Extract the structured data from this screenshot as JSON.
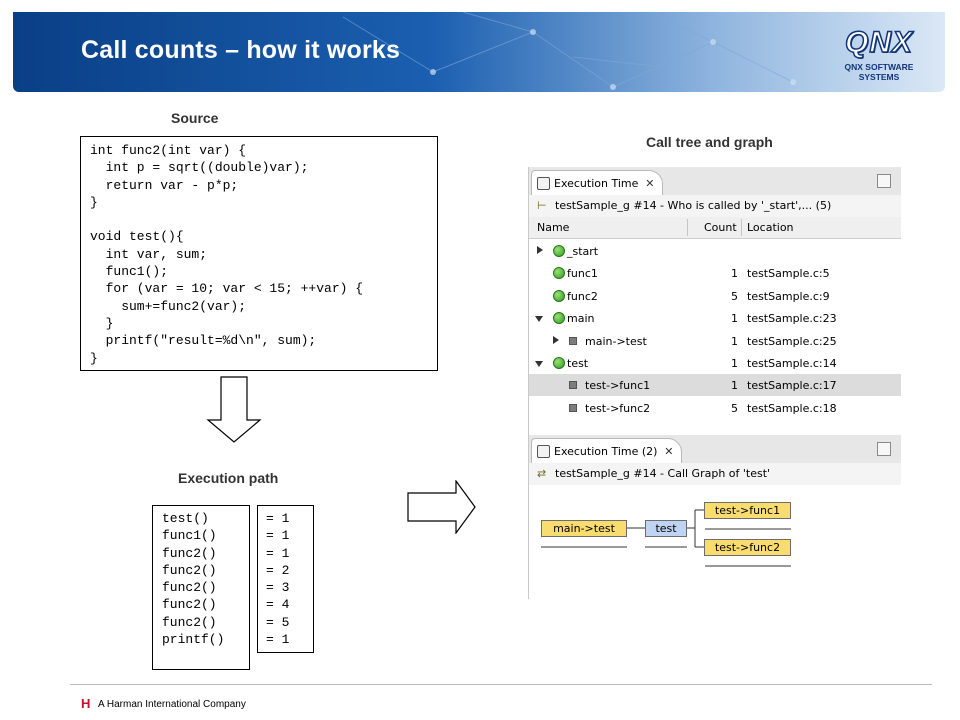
{
  "header": {
    "title": "Call counts – how it works",
    "logo_mark": "QNX",
    "logo_sub": "QNX SOFTWARE SYSTEMS"
  },
  "labels": {
    "source": "Source",
    "execution_path": "Execution path",
    "call_tree": "Call tree and graph"
  },
  "source_code": "int func2(int var) {\n  int p = sqrt((double)var);\n  return var - p*p;\n}\n\nvoid test(){\n  int var, sum;\n  func1();\n  for (var = 10; var < 15; ++var) {\n    sum+=func2(var);\n  }\n  printf(\"result=%d\\n\", sum);\n}",
  "execution_path": {
    "calls": [
      "test()",
      "func1()",
      "func2()",
      "func2()",
      "func2()",
      "func2()",
      "func2()",
      "printf()"
    ],
    "counts": [
      "= 1",
      "= 1",
      "= 1",
      "= 2",
      "= 3",
      "= 4",
      "= 5",
      "= 1"
    ]
  },
  "execution_time_view": {
    "tab_label": "Execution Time",
    "close_glyph": "✕",
    "subtitle": "testSample_g #14 - Who is called by '_start',... (5)",
    "columns": [
      "Name",
      "Count",
      "Location"
    ],
    "rows": [
      {
        "name": "_start",
        "count": "",
        "location": ""
      },
      {
        "name": "func1",
        "count": "1",
        "location": "testSample.c:5"
      },
      {
        "name": "func2",
        "count": "5",
        "location": "testSample.c:9"
      },
      {
        "name": "main",
        "count": "1",
        "location": "testSample.c:23"
      },
      {
        "name": "main->test",
        "count": "1",
        "location": "testSample.c:25"
      },
      {
        "name": "test",
        "count": "1",
        "location": "testSample.c:14"
      },
      {
        "name": "test->func1",
        "count": "1",
        "location": "testSample.c:17"
      },
      {
        "name": "test->func2",
        "count": "5",
        "location": "testSample.c:18"
      }
    ]
  },
  "call_graph_view": {
    "tab_label": "Execution Time (2)",
    "close_glyph": "✕",
    "subtitle": "testSample_g #14 - Call Graph of 'test'",
    "nodes": {
      "caller": "main->test",
      "center": "test",
      "callee1": "test->func1",
      "callee2": "test->func2"
    }
  },
  "footer": {
    "mark": "H",
    "company": "A Harman International Company"
  },
  "colors": {
    "banner": "#1b5fb0",
    "node_yellow": "#f9dc6f",
    "node_blue": "#bfd3f2",
    "selected_row": "#dcdcdc",
    "footer_mark": "#c8102e"
  }
}
